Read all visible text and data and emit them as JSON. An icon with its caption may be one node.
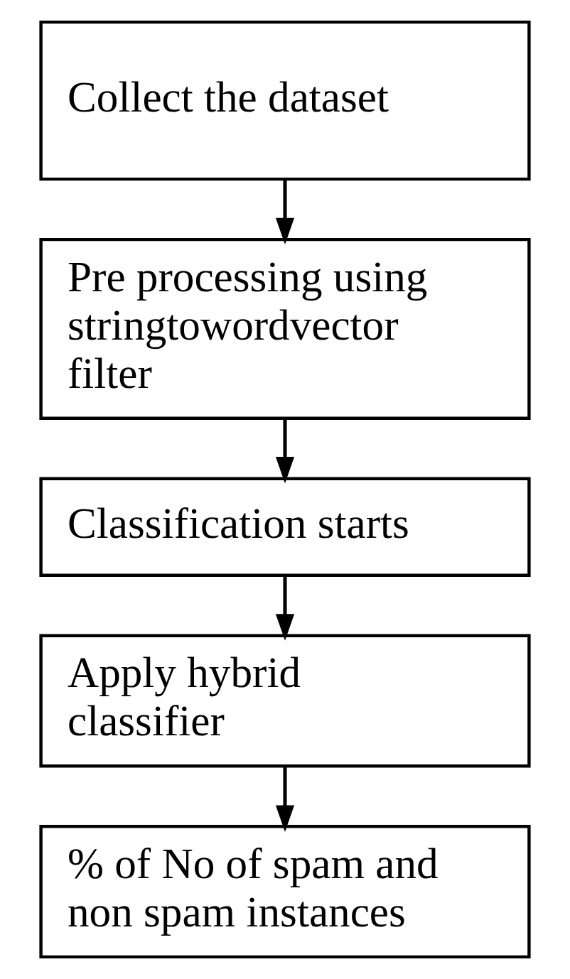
{
  "diagram": {
    "nodes": [
      {
        "text": [
          "Collect the dataset"
        ]
      },
      {
        "text": [
          "Pre processing using stringtowordvector filter"
        ]
      },
      {
        "text": [
          "Classification starts"
        ]
      },
      {
        "text": [
          "Apply hybrid classifier"
        ]
      },
      {
        "text": [
          "% of No of spam and non spam instances"
        ]
      }
    ],
    "edges": [
      {
        "from": 0,
        "to": 1,
        "arrow": "to"
      },
      {
        "from": 1,
        "to": 2,
        "arrow": "to"
      },
      {
        "from": 2,
        "to": 3,
        "arrow": "to"
      },
      {
        "from": 3,
        "to": 4,
        "arrow": "to"
      }
    ]
  }
}
